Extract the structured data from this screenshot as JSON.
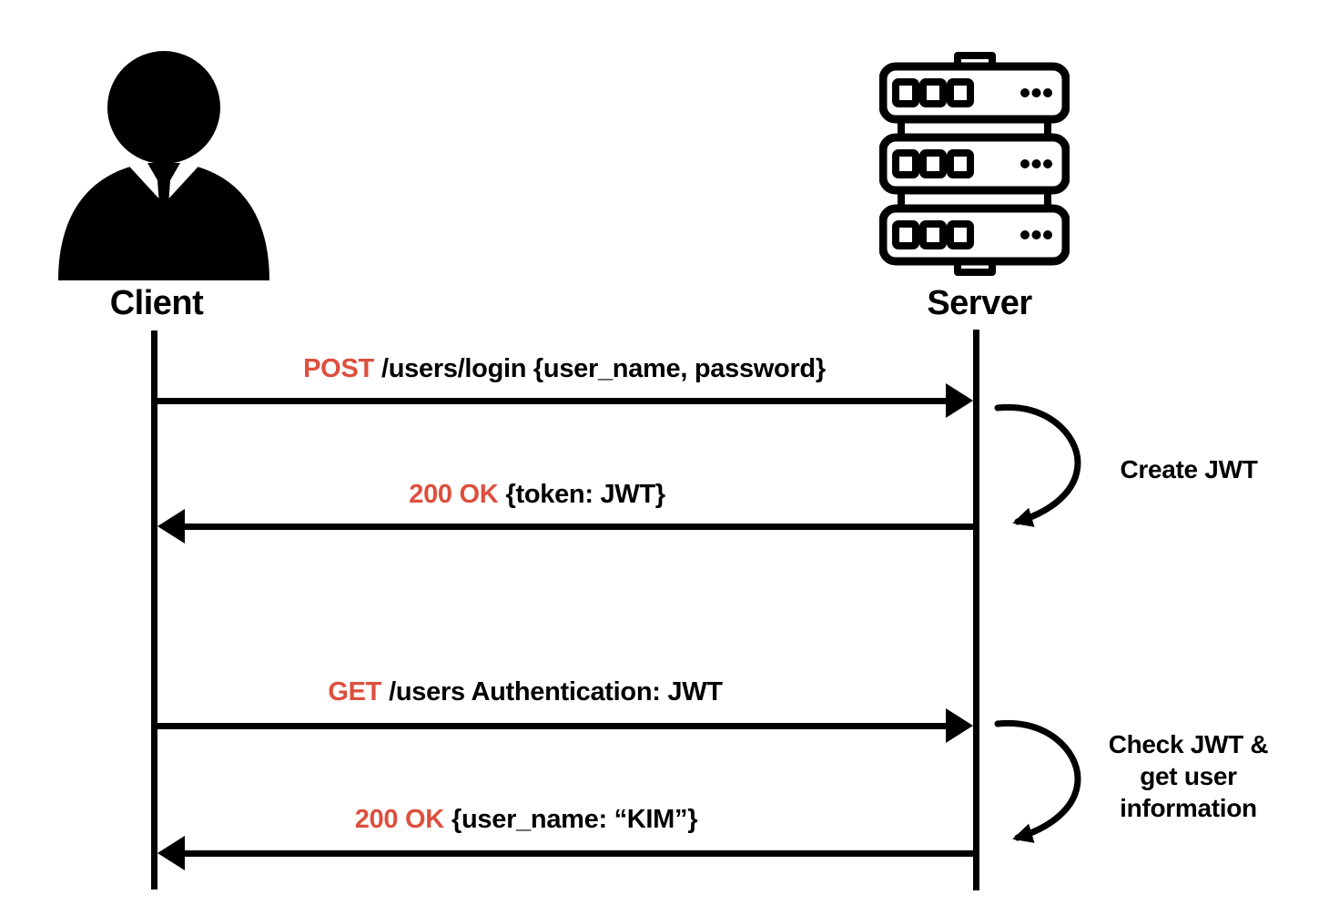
{
  "actors": {
    "client": {
      "label": "Client",
      "icon": "person-icon"
    },
    "server": {
      "label": "Server",
      "icon": "server-rack-icon"
    }
  },
  "messages": [
    {
      "prefix": "POST",
      "text": "/users/login {user_name, password}",
      "direction": "client-to-server"
    },
    {
      "prefix": "200 OK",
      "text": "{token: JWT}",
      "direction": "server-to-client"
    },
    {
      "prefix": "GET",
      "text": "/users Authentication: JWT",
      "direction": "client-to-server"
    },
    {
      "prefix": "200 OK",
      "text": "{user_name: “KIM”}",
      "direction": "server-to-client"
    }
  ],
  "annotations": [
    {
      "label": "Create JWT"
    },
    {
      "label": "Check JWT &\nget user\ninformation"
    }
  ],
  "colors": {
    "accent": "#DD4F3E",
    "ink": "#000000",
    "background": "#FFFFFF"
  }
}
